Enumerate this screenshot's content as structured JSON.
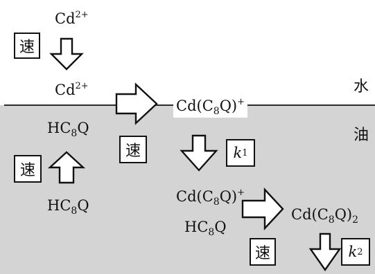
{
  "phases": {
    "water": "水",
    "oil": "油"
  },
  "rate_label": "速",
  "k1": {
    "letter": "k",
    "sub": "1"
  },
  "k2": {
    "letter": "k",
    "sub": "2"
  },
  "species": {
    "cd_water_top": {
      "base": "Cd",
      "sup": "2+"
    },
    "cd_interface": {
      "base": "Cd",
      "sup": "2+"
    },
    "complex_interface": {
      "a": "Cd(C",
      "sub": "8",
      "b": "Q)",
      "sup": "+"
    },
    "hc8q_left": {
      "a": "HC",
      "sub": "8",
      "b": "Q"
    },
    "hc8q_left_lower": {
      "a": "HC",
      "sub": "8",
      "b": "Q"
    },
    "complex_lower": {
      "a": "Cd(C",
      "sub": "8",
      "b": "Q)",
      "sup": "+"
    },
    "hc8q_lower": {
      "a": "HC",
      "sub": "8",
      "b": "Q"
    },
    "product": {
      "a": "Cd(C",
      "sub": "8",
      "b": "Q)",
      "sub2": "2"
    }
  }
}
